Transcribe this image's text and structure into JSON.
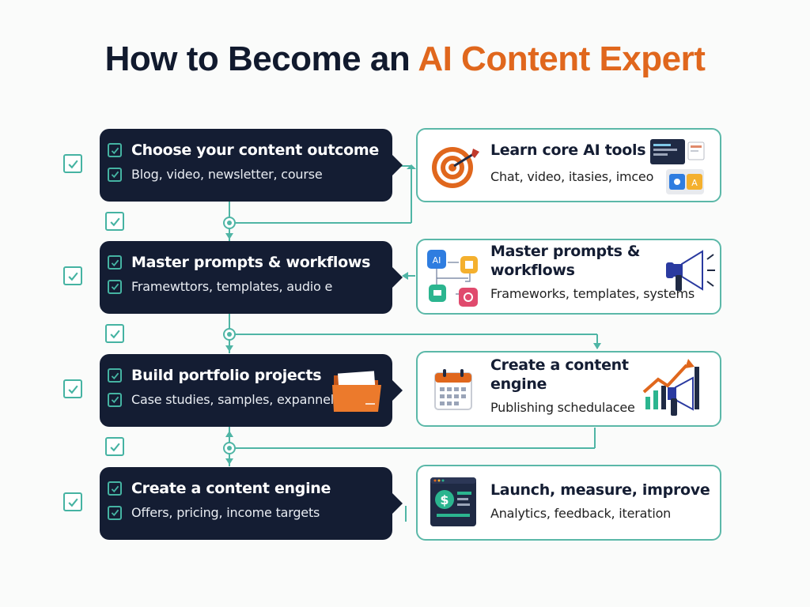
{
  "title": {
    "prefix": "How to Become an ",
    "accent": "AI Content Expert"
  },
  "colors": {
    "navy": "#141d33",
    "orange": "#e0671d",
    "teal": "#45b3a2"
  },
  "left_steps": [
    {
      "title": "Choose your content outcome",
      "subtitle": "Blog, video, newsletter, course"
    },
    {
      "title": "Master prompts & workflows",
      "subtitle": "Framewttors, templates, audio e"
    },
    {
      "title": "Build portfolio projects",
      "subtitle": "Case studies, samples, expannels"
    },
    {
      "title": "Create a content engine",
      "subtitle": "Offers, pricing, income targets"
    }
  ],
  "right_steps": [
    {
      "title": "Learn core AI tools",
      "subtitle": "Chat, video, itasies, imceo",
      "icon": "target-icon"
    },
    {
      "title": "Master prompts & workflows",
      "subtitle": "Frameworks, templates, systems",
      "icon": "megaphone-icon"
    },
    {
      "title": "Create a content engine",
      "subtitle": "Publishing schedulacee",
      "icon": "calendar-icon"
    },
    {
      "title": "Launch, measure, improve",
      "subtitle": "Analytics, feedback, iteration",
      "icon": "dollar-screen-icon"
    }
  ]
}
